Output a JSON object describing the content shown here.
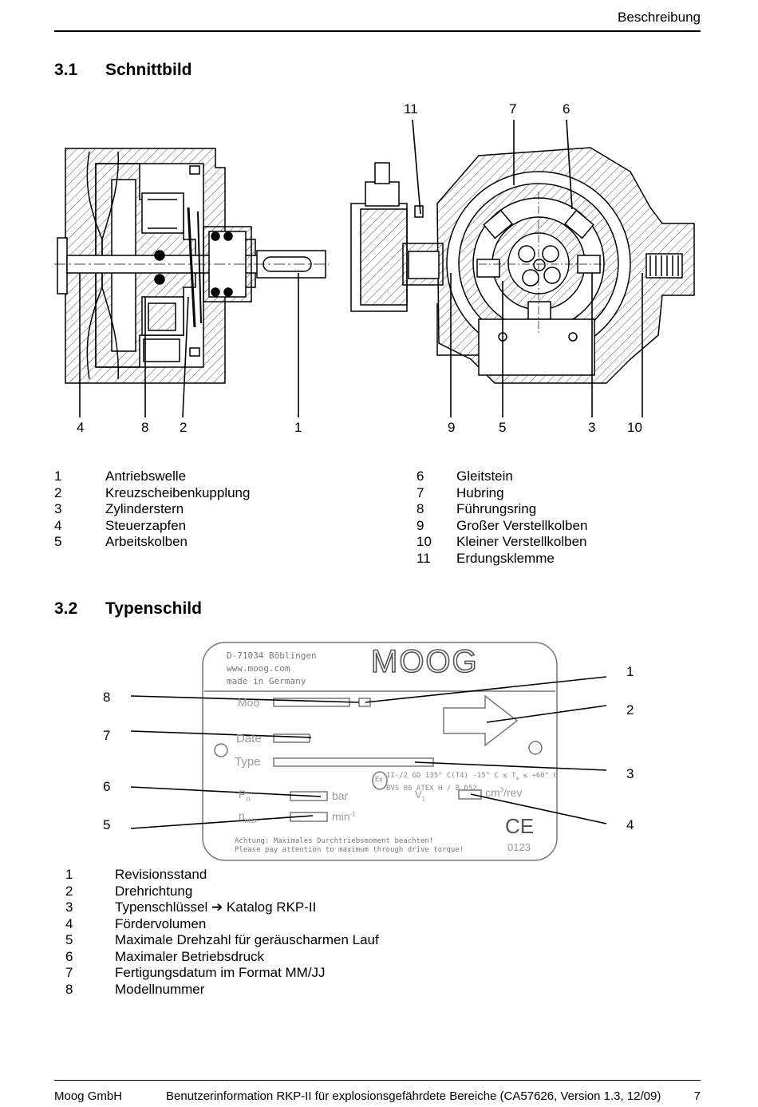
{
  "header": {
    "title": "Beschreibung"
  },
  "section1": {
    "number": "3.1",
    "title": "Schnittbild",
    "top_callouts": [
      "11",
      "7",
      "6"
    ],
    "bottom_callouts": [
      "4",
      "8",
      "2",
      "1",
      "9",
      "5",
      "3",
      "10"
    ],
    "legend_left": [
      {
        "num": "1",
        "text": "Antriebswelle"
      },
      {
        "num": "2",
        "text": "Kreuzscheibenkupplung"
      },
      {
        "num": "3",
        "text": "Zylinderstern"
      },
      {
        "num": "4",
        "text": "Steuerzapfen"
      },
      {
        "num": "5",
        "text": "Arbeitskolben"
      }
    ],
    "legend_right": [
      {
        "num": "6",
        "text": "Gleitstein"
      },
      {
        "num": "7",
        "text": "Hubring"
      },
      {
        "num": "8",
        "text": "Führungsring"
      },
      {
        "num": "9",
        "text": "Großer Verstellkolben"
      },
      {
        "num": "10",
        "text": "Kleiner Verstellkolben"
      },
      {
        "num": "11",
        "text": "Erdungsklemme"
      }
    ]
  },
  "section2": {
    "number": "3.2",
    "title": "Typenschild",
    "nameplate": {
      "address_line1": "D-71034 Böblingen",
      "address_line2": "www.moog.com",
      "address_line3": "made in Germany",
      "logo": "MOOG",
      "label_moo": "Moo",
      "label_date": "Date",
      "label_type": "Type",
      "label_pn": "P",
      "label_pn_sub": "n",
      "label_bar": "bar",
      "label_pmax": "n",
      "label_pmax_sub": "max",
      "label_min": "min",
      "label_min_sup": "-1",
      "label_v": "V",
      "label_v_sub": "1",
      "label_cm": "cm",
      "label_cm_sup": "3",
      "label_cm_tail": "/rev",
      "atex_line1": "II-/2 GD 135° C(T4) -15° C ≤ T",
      "atex_line1_sub": "a",
      "atex_line1_tail": " ≤ +60° C",
      "atex_line2": "BVS 06 ATEX H / B 052",
      "ex_mark": "Ex",
      "ce_mark": "CE",
      "notified_body": "0123",
      "warning_line1": "Achtung: Maximales Durchtriebsmoment beachten!",
      "warning_line2": "Please pay attention to maximum through drive torque!"
    },
    "left_callouts": [
      "8",
      "7",
      "6",
      "5"
    ],
    "right_callouts": [
      "1",
      "2",
      "3",
      "4"
    ],
    "legend": [
      {
        "num": "1",
        "text": "Revisionsstand"
      },
      {
        "num": "2",
        "text": "Drehrichtung"
      },
      {
        "num": "3",
        "text": "Typenschlüssel ➔ Katalog RKP-II"
      },
      {
        "num": "4",
        "text": "Fördervolumen"
      },
      {
        "num": "5",
        "text": "Maximale Drehzahl für geräuscharmen Lauf"
      },
      {
        "num": "6",
        "text": "Maximaler Betriebsdruck"
      },
      {
        "num": "7",
        "text": "Fertigungsdatum im Format MM/JJ"
      },
      {
        "num": "8",
        "text": "Modellnummer"
      }
    ]
  },
  "footer": {
    "company": "Moog GmbH",
    "doc_title": "Benutzerinformation RKP-II für explosionsgefährdete Bereiche (CA57626, Version 1.3, 12/09)",
    "page": "7"
  }
}
